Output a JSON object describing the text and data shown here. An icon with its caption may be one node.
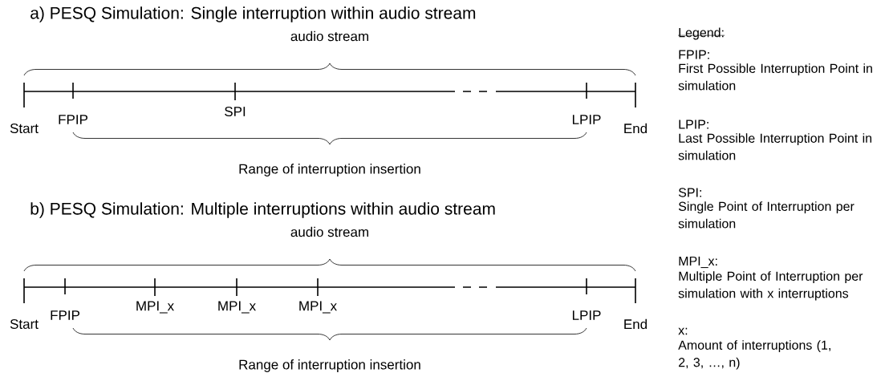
{
  "diagram": {
    "labels": [
      "a) PESQ Simulation: Single interruption within audio stream",
      "audio stream",
      "Start",
      "FPIP",
      "SPI",
      "LPIP",
      "End",
      "Range of interruption insertion",
      "b) PESQ Simulation: Multiple interruptions within audio stream",
      "audio stream",
      "Start",
      "FPIP",
      "MPI_x",
      "MPI_x",
      "MPI_x",
      "LPIP",
      "End",
      "Range of interruption insertion",
      "Legend:",
      "FPIP:",
      "First Possible Interruption Point in simulation",
      "LPIP:",
      "Last Possible Interruption Point in simulation",
      "SPI:",
      "Single Point of Interruption per simulation",
      "MPI_x:",
      "Multiple Point of Interruption per simulation with x interruptions",
      "x:",
      "Amount of interruptions (1, 2, 3, …, n)"
    ]
  }
}
